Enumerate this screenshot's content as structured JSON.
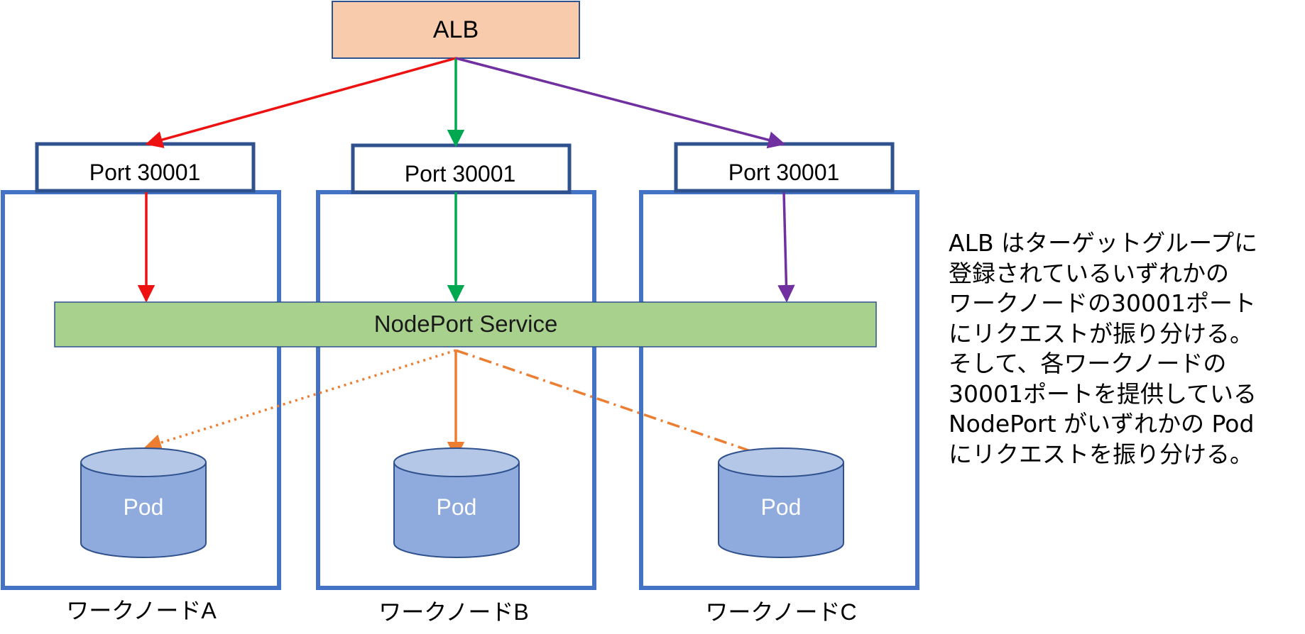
{
  "diagram": {
    "load_balancer": {
      "label": "ALB",
      "fill": "#f8cbad"
    },
    "service": {
      "label": "NodePort Service",
      "fill": "#a9d18e"
    },
    "nodes": [
      {
        "label": "ワークノードA",
        "port_label": "Port 30001",
        "pod_label": "Pod",
        "arrow_color": "#ee1111"
      },
      {
        "label": "ワークノードB",
        "port_label": "Port 30001",
        "pod_label": "Pod",
        "arrow_color": "#00a850"
      },
      {
        "label": "ワークノードC",
        "port_label": "Port 30001",
        "pod_label": "Pod",
        "arrow_color": "#7030a0"
      }
    ],
    "service_to_pod_color": "#ed7d31",
    "node_border_color": "#4472c4",
    "pod_fill": "#8faadc",
    "description_lines": [
      "ALB はターゲットグループに",
      "登録されているいずれかの",
      "ワークノードの30001ポート",
      "にリクエストが振り分ける。",
      "そして、各ワークノードの",
      "30001ポートを提供している",
      "NodePort がいずれかの Pod",
      "にリクエストを振り分ける。"
    ]
  }
}
